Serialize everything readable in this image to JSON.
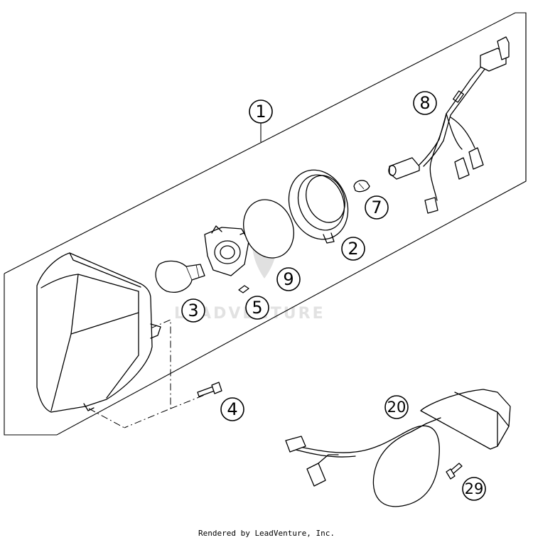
{
  "watermark": "LEADVENTURE",
  "footer": "Rendered by LeadVenture, Inc.",
  "callouts": {
    "c1": "1",
    "c2": "2",
    "c3": "3",
    "c4": "4",
    "c5": "5",
    "c7": "7",
    "c8": "8",
    "c9": "9",
    "c20": "20",
    "c29": "29"
  }
}
